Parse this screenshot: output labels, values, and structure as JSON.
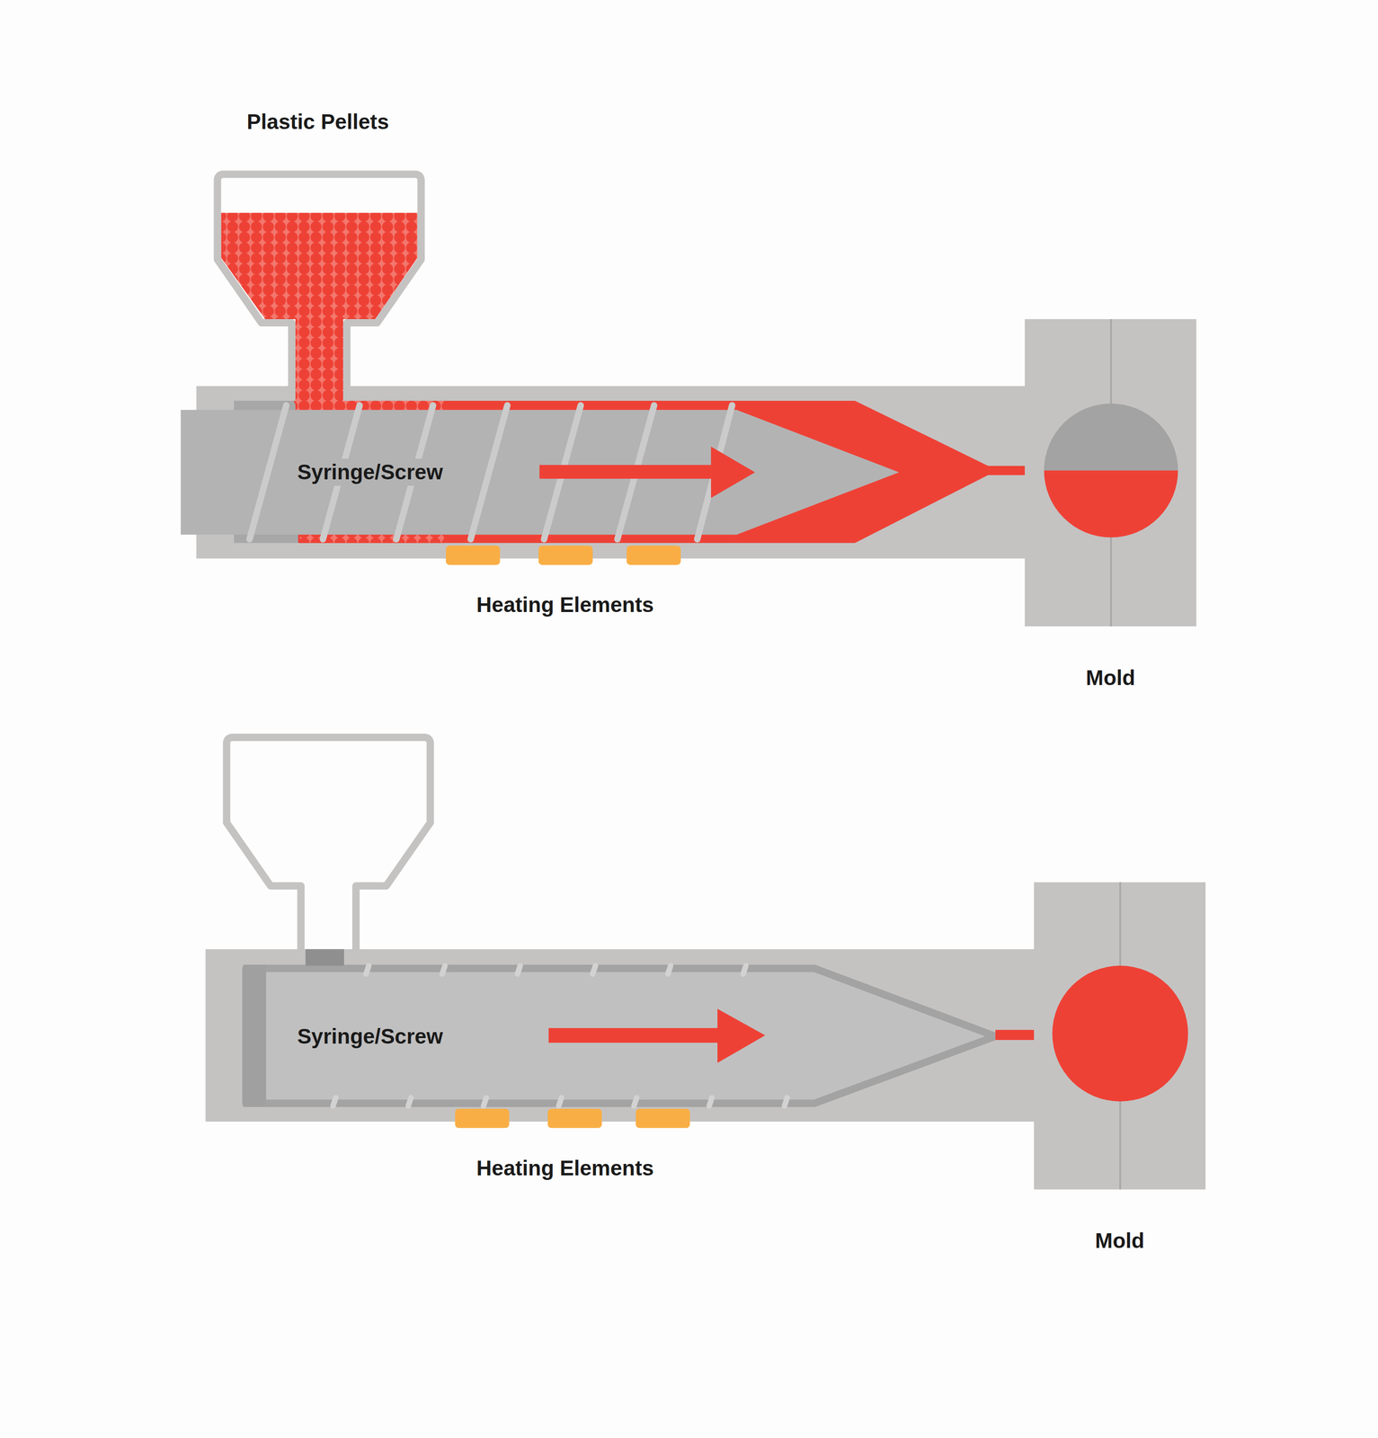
{
  "diagram": {
    "nodes": [
      {
        "text": [
          "Plastic Pellets"
        ]
      },
      {
        "text": [
          "Syringe/Screw"
        ]
      },
      {
        "text": [
          "Mold"
        ]
      },
      {
        "text": [
          "Syringe/Screw"
        ]
      },
      {
        "text": [
          "Mold"
        ]
      }
    ],
    "labels": [
      "Heating Elements",
      "Heating Elements"
    ]
  }
}
